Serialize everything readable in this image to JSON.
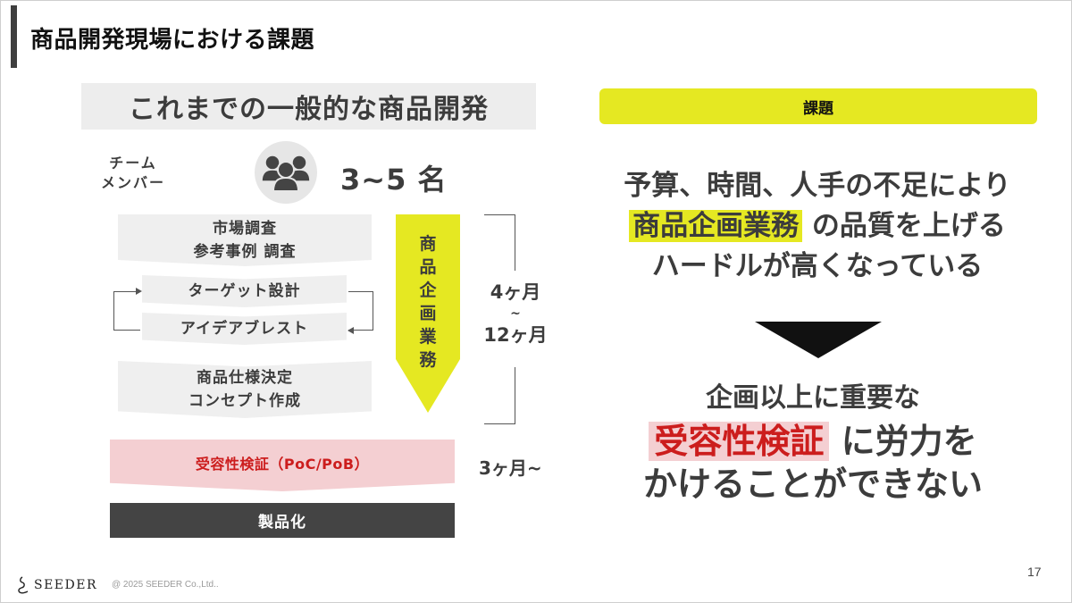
{
  "slide": {
    "title": "商品開発現場における課題",
    "page_number": "17"
  },
  "left": {
    "heading": "これまでの一般的な商品開発",
    "team": {
      "label_line1": "チーム",
      "label_line2": "メンバー",
      "icon": "people-group-icon",
      "count": "3~5 名"
    },
    "steps": [
      {
        "line1": "市場調査",
        "line2": "参考事例 調査"
      },
      {
        "line1": "ターゲット設計"
      },
      {
        "line1": "アイデアブレスト"
      },
      {
        "line1": "商品仕様決定",
        "line2": "コンセプト作成"
      }
    ],
    "planning_label": [
      "商",
      "品",
      "企",
      "画",
      "業",
      "務"
    ],
    "planning_duration": {
      "from": "4ヶ月",
      "sep": "~",
      "to": "12ヶ月"
    },
    "poc": {
      "label": "受容性検証（PoC/PoB）",
      "duration": "3ヶ月~"
    },
    "product": "製品化"
  },
  "right": {
    "heading": "課題",
    "issue": {
      "line1": "予算、時間、人手の不足により",
      "highlight": "商品企画業務",
      "line2_rest": "の品質を上げる",
      "line3": "ハードルが高くなっている"
    },
    "conclusion": {
      "line1": "企画以上に重要な",
      "highlight": "受容性検証",
      "line2_rest": "に労力を",
      "line3": "かけることができない"
    }
  },
  "footer": {
    "logo_text": "SEEDER",
    "copyright": "@ 2025 SEEDER Co.,Ltd.."
  },
  "colors": {
    "accent_yellow": "#e5e822",
    "accent_pink": "#f4cfd2",
    "accent_red": "#cc1d1d",
    "dark": "#444444"
  }
}
